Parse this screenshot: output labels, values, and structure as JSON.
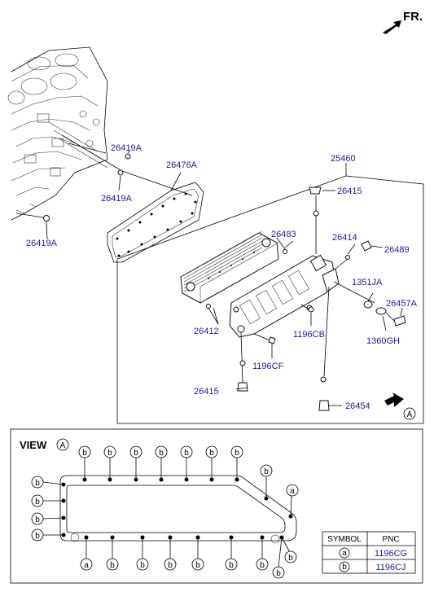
{
  "direction": {
    "label": "FR."
  },
  "callouts": [
    "26419A",
    "26476A",
    "26419A",
    "25460",
    "26419A",
    "26415",
    "26483",
    "26414",
    "26489",
    "1351JA",
    "26457A",
    "26412",
    "1196CB",
    "1360GH",
    "1196CF",
    "26415",
    "26454"
  ],
  "view_marker": "A",
  "view": {
    "title": "VIEW",
    "marker": "A"
  },
  "bubbles": {
    "a": "a",
    "b": "b"
  },
  "legend": {
    "headers": [
      "SYMBOL",
      "PNC"
    ],
    "rows": [
      {
        "symbol": "a",
        "pnc": "1196CG"
      },
      {
        "symbol": "b",
        "pnc": "1196CJ"
      }
    ]
  }
}
